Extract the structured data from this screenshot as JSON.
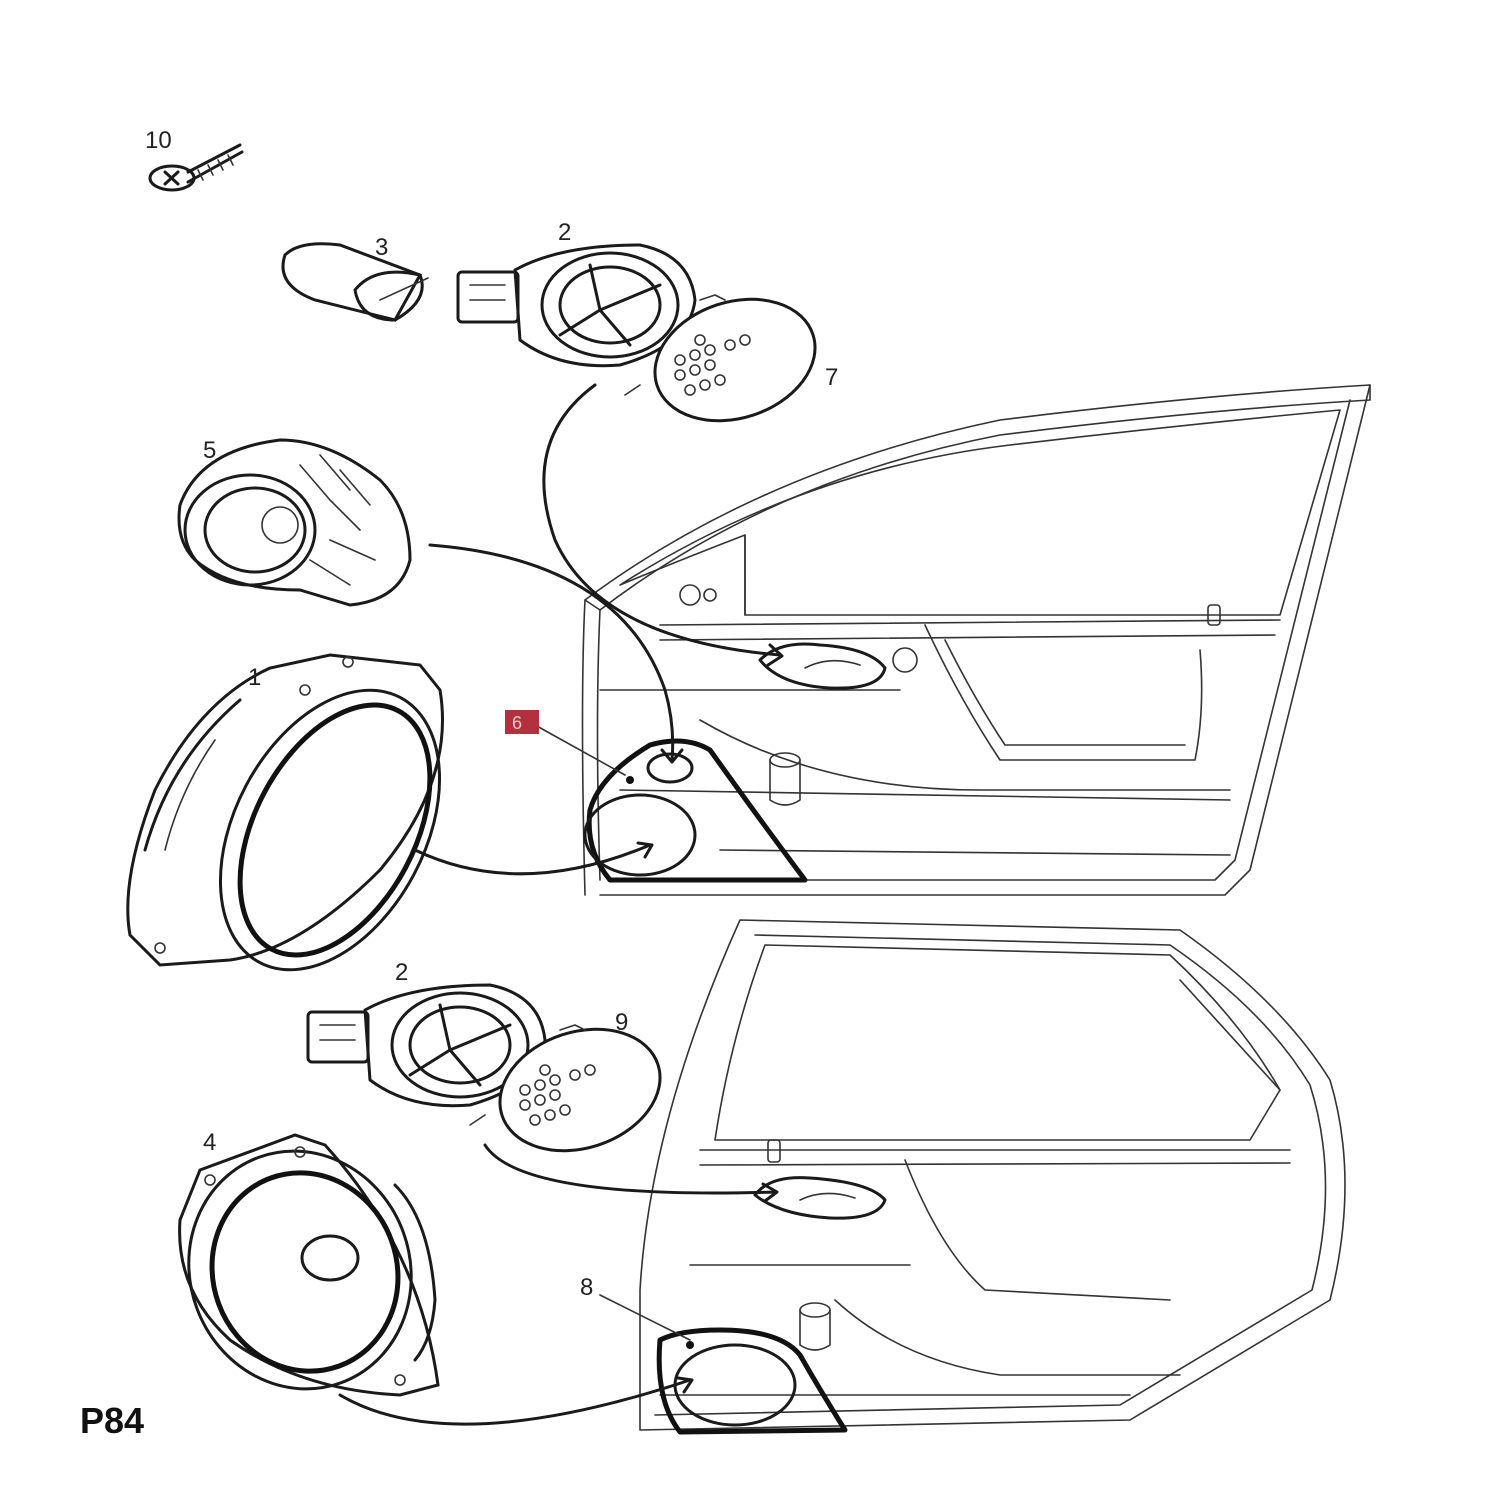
{
  "diagram": {
    "page_code": "P84",
    "accent_color": "#b3303f",
    "callouts": {
      "screw": "10",
      "cover_sleeve": "3",
      "tweeter_housing_front": "2",
      "tweeter_grille_front": "7",
      "speaker_adapter": "5",
      "front_speaker": "1",
      "front_trim_highlighted": "6",
      "tweeter_housing_rear": "2",
      "tweeter_grille_rear": "9",
      "rear_speaker": "4",
      "rear_trim": "8"
    }
  }
}
